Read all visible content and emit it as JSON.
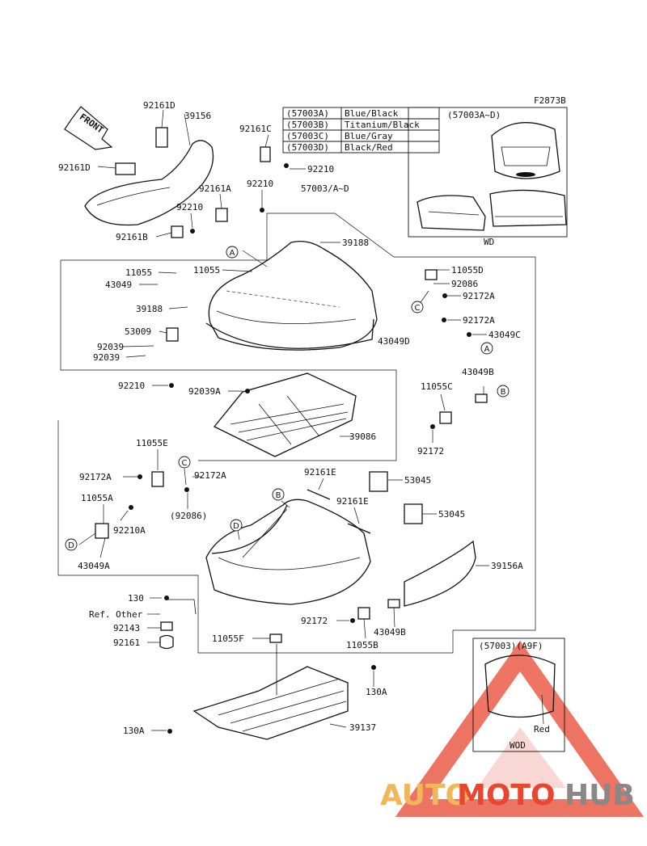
{
  "figure_code": "F2873B",
  "front_arrow_text": "FRONT",
  "color_table": [
    {
      "code": "(57003A)",
      "color": "Blue/Black"
    },
    {
      "code": "(57003B)",
      "color": "Titanium/Black"
    },
    {
      "code": "(57003C)",
      "color": "Blue/Gray"
    },
    {
      "code": "(57003D)",
      "color": "Black/Red"
    }
  ],
  "inset_wd": {
    "title": "(57003A~D)",
    "caption": "WD"
  },
  "inset_wod": {
    "title": "(57003)(A9F)",
    "note": "Red",
    "caption": "WOD"
  },
  "callouts": [
    "A",
    "B",
    "C",
    "D"
  ],
  "part_labels": {
    "p92161D_top": "92161D",
    "p39156": "39156",
    "p92161D_left": "92161D",
    "p92161C": "92161C",
    "p92210_a": "92210",
    "p92161A": "92161A",
    "p92210_b": "92210",
    "p57003": "57003/A~D",
    "p92210_c": "92210",
    "p92161B": "92161B",
    "p39188_a": "39188",
    "p11055_a": "11055",
    "p11055_b": "11055",
    "p43049": "43049",
    "p39188_b": "39188",
    "p53009": "53009",
    "p92039_a": "92039",
    "p92039_b": "92039",
    "p11055D": "11055D",
    "p92086": "92086",
    "p92172A_a": "92172A",
    "p92172A_b": "92172A",
    "p43049C": "43049C",
    "p43049D": "43049D",
    "p92210_d": "92210",
    "p92039A": "92039A",
    "p43049B_a": "43049B",
    "p11055C": "11055C",
    "p39086": "39086",
    "p92172_a": "92172",
    "p11055E": "11055E",
    "p92172A_c": "92172A",
    "p92172A_d": "92172A",
    "p11055A": "11055A",
    "p92210A": "92210A",
    "p92086_paren": "(92086)",
    "p43049A": "43049A",
    "p92161E_a": "92161E",
    "p53045_a": "53045",
    "p92161E_b": "92161E",
    "p53045_b": "53045",
    "p39156A": "39156A",
    "p130": "130",
    "pRefOther": "Ref. Other",
    "p92143": "92143",
    "p92161": "92161",
    "p11055F": "11055F",
    "p92172_b": "92172",
    "p43049B_b": "43049B",
    "p11055B": "11055B",
    "p130A_a": "130A",
    "p130A_b": "130A",
    "p39137": "39137"
  },
  "watermark": {
    "part1": "AUTO",
    "part2": "MOTO",
    "part3": "HUB",
    "triangle_color": "#e8462f"
  }
}
